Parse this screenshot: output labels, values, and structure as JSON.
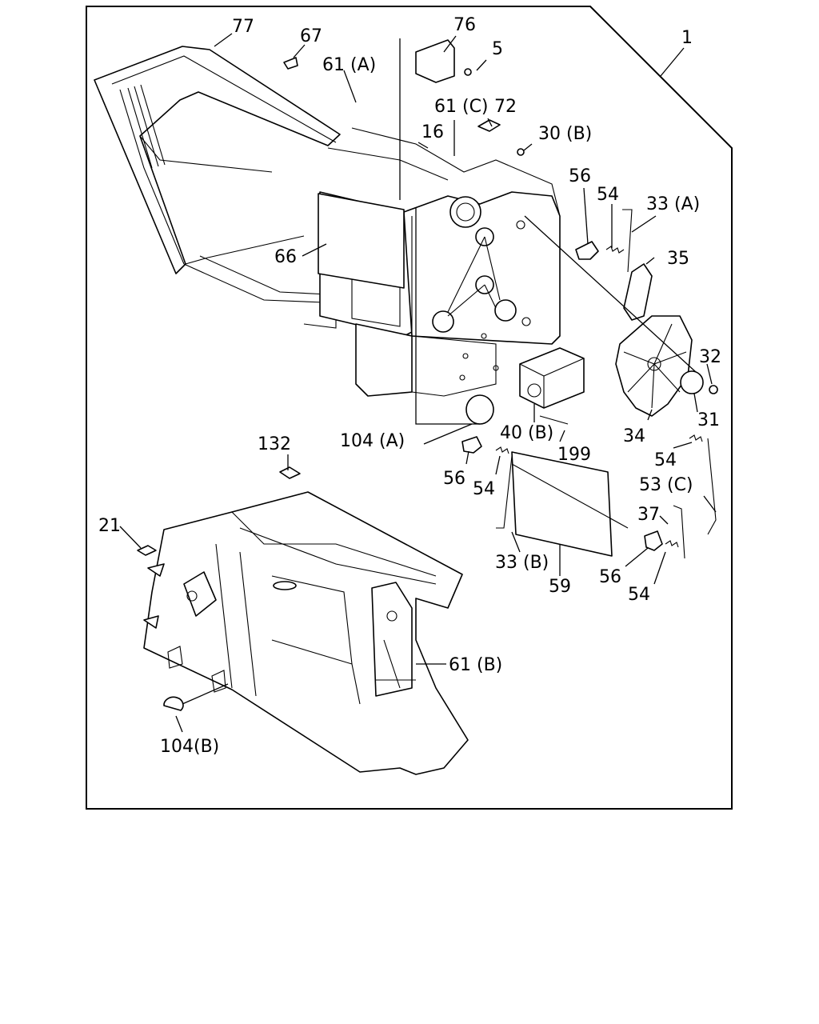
{
  "diagram": {
    "callouts": [
      {
        "id": "c1",
        "text": "1"
      },
      {
        "id": "c77",
        "text": "77"
      },
      {
        "id": "c67",
        "text": "67"
      },
      {
        "id": "c76",
        "text": "76"
      },
      {
        "id": "c5",
        "text": "5"
      },
      {
        "id": "c61a",
        "text": "61 (A)"
      },
      {
        "id": "c61c",
        "text": "61 (C)"
      },
      {
        "id": "c72",
        "text": "72"
      },
      {
        "id": "c16",
        "text": "16"
      },
      {
        "id": "c30b",
        "text": "30 (B)"
      },
      {
        "id": "c56a",
        "text": "56"
      },
      {
        "id": "c54a",
        "text": "54"
      },
      {
        "id": "c33a",
        "text": "33 (A)"
      },
      {
        "id": "c35",
        "text": "35"
      },
      {
        "id": "c66",
        "text": "66"
      },
      {
        "id": "c32",
        "text": "32"
      },
      {
        "id": "c31",
        "text": "31"
      },
      {
        "id": "c34",
        "text": "34"
      },
      {
        "id": "c104a",
        "text": "104 (A)"
      },
      {
        "id": "c40b",
        "text": "40 (B)"
      },
      {
        "id": "c199",
        "text": "199"
      },
      {
        "id": "c54b",
        "text": "54"
      },
      {
        "id": "c132",
        "text": "132"
      },
      {
        "id": "c56b",
        "text": "56"
      },
      {
        "id": "c54c",
        "text": "54"
      },
      {
        "id": "c53c",
        "text": "53 (C)"
      },
      {
        "id": "c21",
        "text": "21"
      },
      {
        "id": "c37",
        "text": "37"
      },
      {
        "id": "c33b",
        "text": "33 (B)"
      },
      {
        "id": "c56c",
        "text": "56"
      },
      {
        "id": "c59",
        "text": "59"
      },
      {
        "id": "c54d",
        "text": "54"
      },
      {
        "id": "c61b",
        "text": "61 (B)"
      },
      {
        "id": "c104b",
        "text": "104(B)"
      }
    ]
  }
}
